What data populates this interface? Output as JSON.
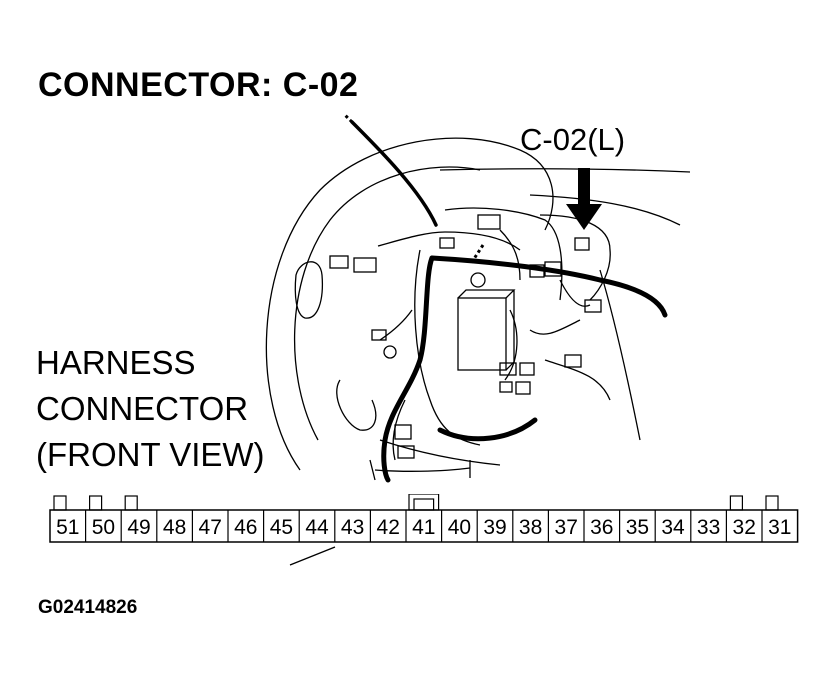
{
  "title": "CONNECTOR: C-02",
  "callout_label": "C-02(L)",
  "harness_label": {
    "line1": "HARNESS",
    "line2": "CONNECTOR",
    "line3": "(FRONT VIEW)"
  },
  "figure_code": "G02414826",
  "connector": {
    "pins": [
      "51",
      "50",
      "49",
      "48",
      "47",
      "46",
      "45",
      "44",
      "43",
      "42",
      "41",
      "40",
      "39",
      "38",
      "37",
      "36",
      "35",
      "34",
      "33",
      "32",
      "31"
    ],
    "tabs_on_pins": [
      "51",
      "50",
      "49",
      "41",
      "32",
      "31"
    ],
    "key_tab_pin": "41"
  }
}
